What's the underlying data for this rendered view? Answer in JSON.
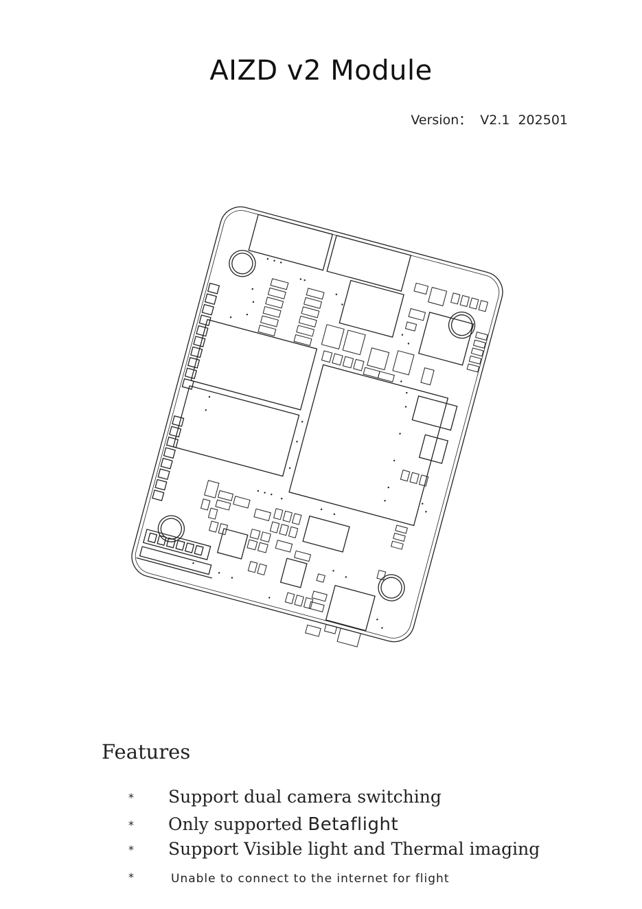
{
  "document": {
    "title": "AIZD v2 Module",
    "version_label": "Version：",
    "version_number": "V2.1",
    "version_date": "202501"
  },
  "features": {
    "heading": "Features",
    "bullet_symbol": "*",
    "items": [
      {
        "text": "Support dual camera switching"
      },
      {
        "text": "Only supported ",
        "emphasis": "Betaflight"
      },
      {
        "text": "Support Visible light and Thermal imaging"
      },
      {
        "text": "Unable to connect to the internet for flight"
      }
    ]
  },
  "colors": {
    "line": "#222222",
    "text": "#1a1a1a",
    "background": "#ffffff"
  }
}
